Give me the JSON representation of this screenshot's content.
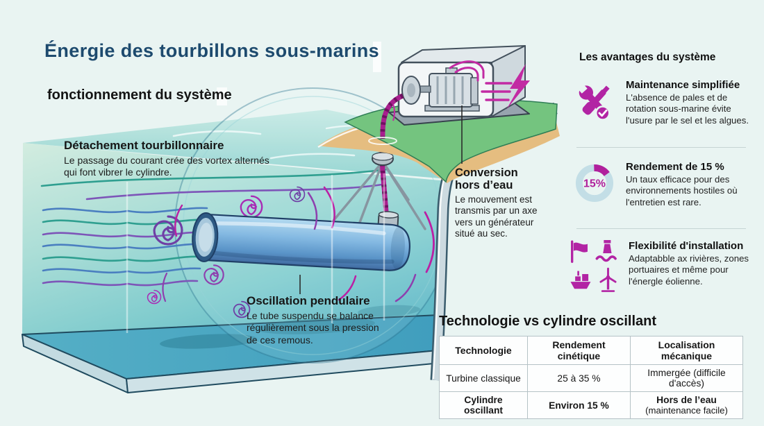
{
  "header": {
    "title": "Énergie des tourbillons sous-marins",
    "subtitle": "fonctionnement du système"
  },
  "annotations": [
    {
      "title": "Détachement tourbillonnaire",
      "body": "Le passage du courant crée des vortex alternés qui font vibrer le cylindre."
    },
    {
      "title": "Oscillation pendulaire",
      "body": "Le tube suspendu se balance régulièrement sous la pression de ces remous."
    },
    {
      "title": "Conversion hors d’eau",
      "body": "Le mouvement est transmis par un axe vers un générateur situé au sec."
    }
  ],
  "advantages": {
    "header": "Les avantages du système",
    "items": [
      {
        "icon": "tools-icon",
        "title": "Maintenance simplifiée",
        "body": "L'absence de pales et de rotation sous-marine évite l'usure par le sel et les algues."
      },
      {
        "icon": "efficiency-donut-icon",
        "donut_value": "15%",
        "donut_percent": 15,
        "title": "Rendement de 15 %",
        "body": "Un taux efficace pour des environnements hostiles où l'entretien est rare."
      },
      {
        "icon": "installation-icons",
        "title": "Flexibilité d'installation",
        "body": "Adaptabble ax rivières, zones portuaires et même pour l'énergle éolienne."
      }
    ]
  },
  "comparison": {
    "title": "Technologie vs cylindre oscillant",
    "columns": [
      "Technologie",
      "Rendement cinétique",
      "Localisation mécanique"
    ],
    "rows": [
      {
        "technology": "Turbine classique",
        "efficiency": "25 à 35 %",
        "location": "Immergée (difficile d'accès)"
      },
      {
        "technology": "Cylindre oscillant",
        "efficiency": "Environ 15 %",
        "location_main": "Hors de l’eau",
        "location_sub": "(maintenance facile)"
      }
    ]
  },
  "colors": {
    "accent_magenta": "#b8219f",
    "title_navy": "#1d4a6e",
    "water_teal": "#7ecbcd",
    "land_green": "#74c47f",
    "sand": "#e5bd80",
    "background": "#e9f4f2"
  }
}
